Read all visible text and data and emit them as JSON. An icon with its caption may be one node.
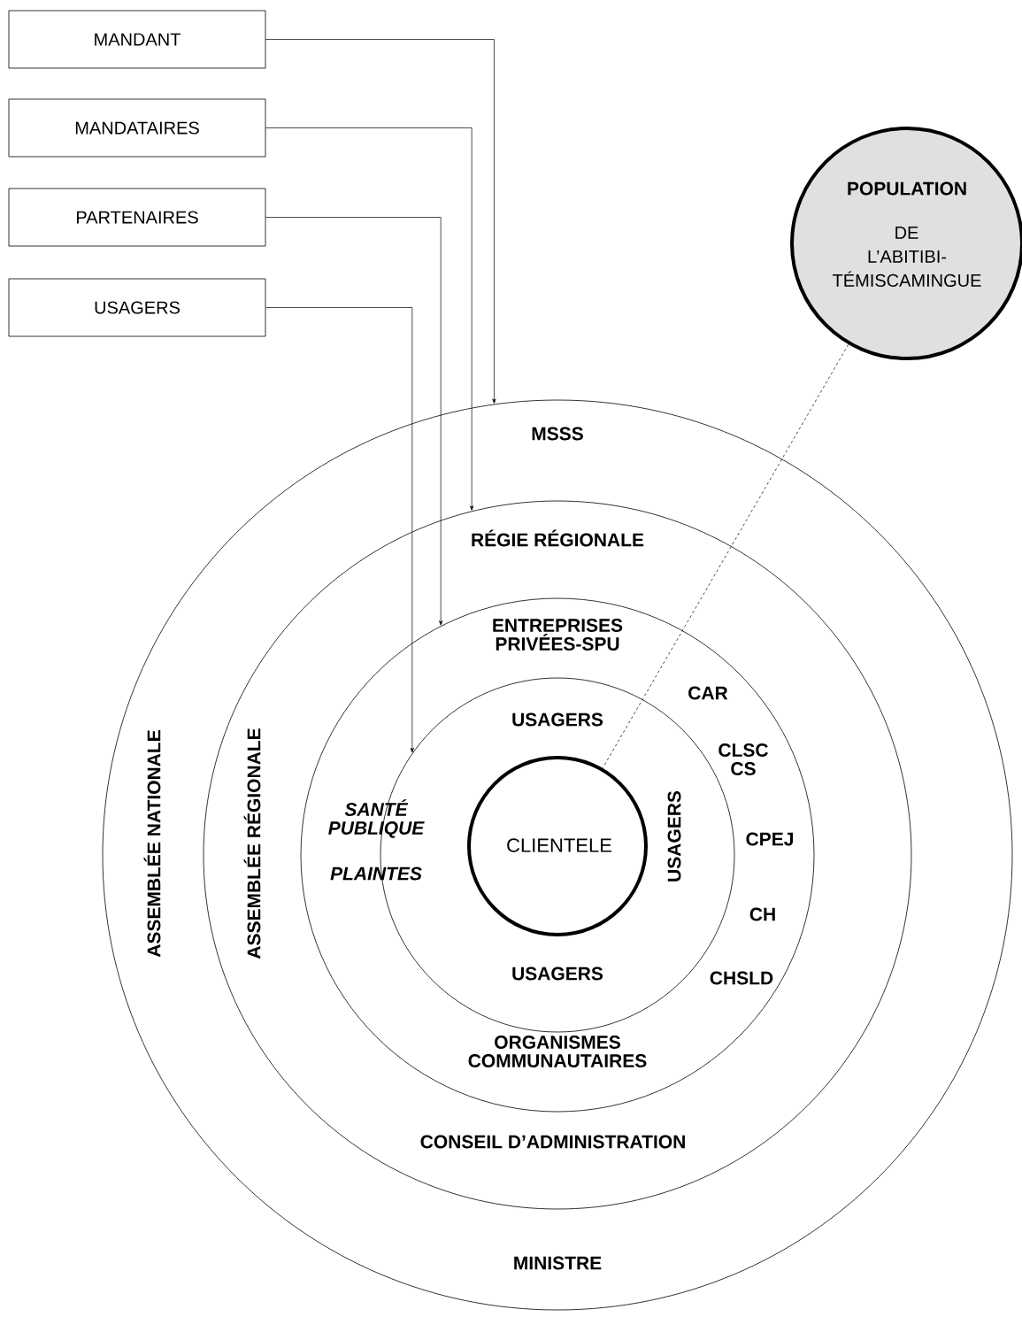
{
  "diagram": {
    "nodes": [
      {
        "text": [
          "MANDANT"
        ]
      },
      {
        "text": [
          "MANDATAIRES"
        ]
      },
      {
        "text": [
          "PARTENAIRES"
        ]
      },
      {
        "text": [
          "USAGERS"
        ]
      },
      {
        "text": [
          "POPULATION",
          "DE L’ABITIBI-TÉMISCAMINGUE"
        ]
      },
      {
        "text": [
          "MSSS",
          "ASSEMBLÉE NATIONALE",
          "MINISTRE"
        ]
      },
      {
        "text": [
          "RÉGIE RÉGIONALE",
          "ASSEMBLÉE RÉGIONALE",
          "CONSEIL D’ADMINISTRATION"
        ],
        "in": 5
      },
      {
        "text": [
          "ENTREPRISES PRIVÉES-SPU",
          "CAR",
          "CLSC CS",
          "CPEJ",
          "CH",
          "CHSLD",
          "ORGANISMES COMMUNAUTAIRES",
          "SANTÉ PUBLIQUE",
          "PLAINTES"
        ],
        "in": 6
      },
      {
        "text": [
          "USAGERS",
          "USAGERS",
          "USAGERS"
        ],
        "in": 7
      },
      {
        "text": [
          "CLIENTELE"
        ],
        "in": 8
      }
    ],
    "edges": [
      {
        "from": 0,
        "to": 5,
        "arrow": "to"
      },
      {
        "from": 1,
        "to": 6,
        "arrow": "to"
      },
      {
        "from": 2,
        "to": 7,
        "arrow": "to"
      },
      {
        "from": 3,
        "to": 8,
        "arrow": "to"
      },
      {
        "from": 4,
        "to": 9,
        "arrow": "none",
        "style": "dashed"
      }
    ]
  }
}
